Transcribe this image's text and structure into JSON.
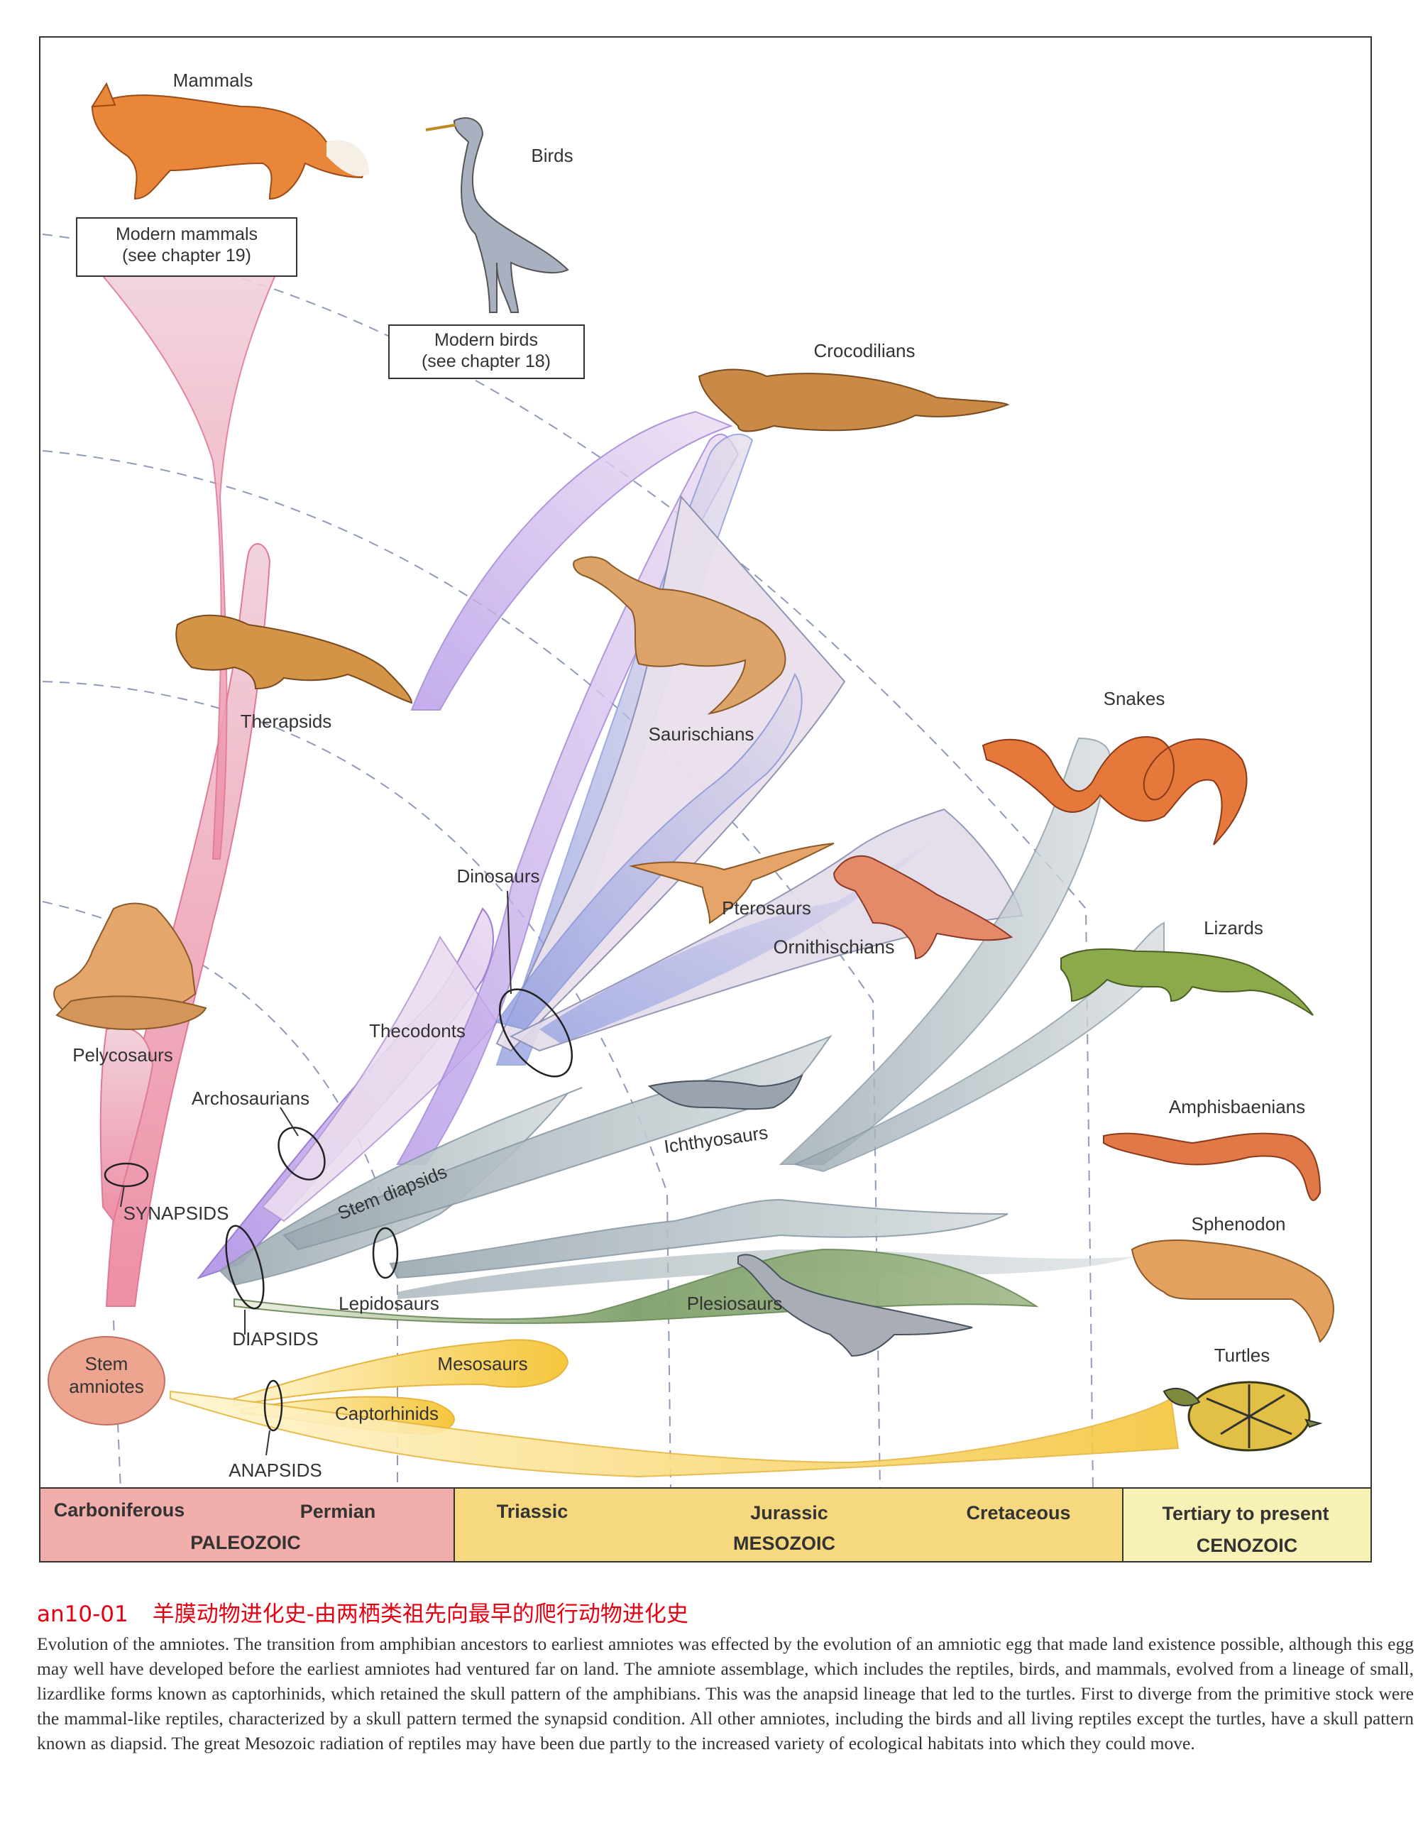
{
  "colors": {
    "synapsid": "#e8a6b8",
    "archosaur": "#a98ee0",
    "dinosaur_blue": "#8e9be0",
    "lepido": "#9aa8b2",
    "plesio": "#7e9e68",
    "anapsid": "#f5cc48",
    "stem_fill": "#eda58f",
    "paleozoic": "#f2aeaa",
    "mesozoic": "#f6d97e",
    "cenozoic": "#f8f1b5"
  },
  "labels": {
    "mammals": "Mammals",
    "birds": "Birds",
    "crocodilians": "Crocodilians",
    "modern_mammals_line1": "Modern mammals",
    "modern_mammals_line2": "(see chapter 19)",
    "modern_birds_line1": "Modern birds",
    "modern_birds_line2": "(see chapter 18)",
    "therapsids": "Therapsids",
    "saurischians": "Saurischians",
    "snakes": "Snakes",
    "dinosaurs": "Dinosaurs",
    "pterosaurs": "Pterosaurs",
    "ornithischians": "Ornithischians",
    "lizards": "Lizards",
    "pelycosaurs": "Pelycosaurs",
    "thecodonts": "Thecodonts",
    "archosaurians": "Archosaurians",
    "amphisbaenians": "Amphisbaenians",
    "ichthyosaurs": "Ichthyosaurs",
    "stem_diapsids": "Stem diapsids",
    "synapsids": "SYNAPSIDS",
    "sphenodon": "Sphenodon",
    "lepidosaurs": "Lepidosaurs",
    "plesiosaurs": "Plesiosaurs",
    "diapsids": "DIAPSIDS",
    "stem_amniotes_line1": "Stem",
    "stem_amniotes_line2": "amniotes",
    "mesosaurs": "Mesosaurs",
    "turtles": "Turtles",
    "captorhinids": "Captorhinids",
    "anapsids": "ANAPSIDS"
  },
  "timeline": {
    "carboniferous": "Carboniferous",
    "permian": "Permian",
    "paleozoic": "PALEOZOIC",
    "triassic": "Triassic",
    "jurassic": "Jurassic",
    "cretaceous": "Cretaceous",
    "mesozoic": "MESOZOIC",
    "tertiary": "Tertiary to present",
    "cenozoic": "CENOZOIC"
  },
  "caption": {
    "code": "an10-01",
    "chinese_title": "羊膜动物进化史-由两栖类祖先向最早的爬行动物进化史",
    "body": "Evolution of the amniotes. The transition from amphibian ancestors to earliest amniotes was effected by the evolution of an amniotic egg that made land existence possible, although this egg may well have developed before the earliest amniotes had ventured far on land. The amniote assemblage, which includes the reptiles, birds, and mammals, evolved from a lineage of small, lizardlike forms known as captorhinids, which retained the skull pattern of the amphibians. This was the anapsid lineage that led to the turtles. First to diverge from the primitive stock were the mammal-like reptiles, characterized by a skull pattern termed the synapsid condition. All other amniotes, including the birds and all living reptiles except the turtles, have a skull pattern known as diapsid. The great Mesozoic radiation of reptiles may have been due partly to the increased variety of ecological habitats into which they could move."
  }
}
